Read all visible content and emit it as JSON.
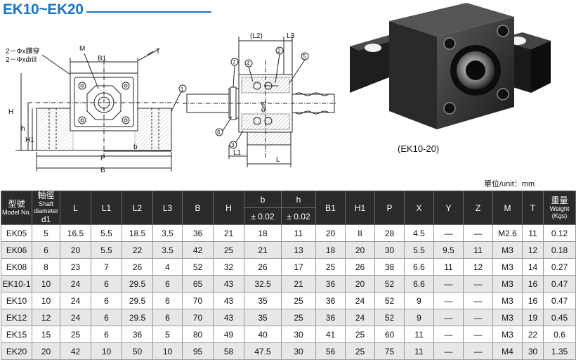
{
  "title": "EK10~EK20",
  "drawing": {
    "hole_note_1": "2－Φx鑽穿",
    "hole_note_2": "2－Φxdrill",
    "label_M": "M",
    "label_B1": "B1",
    "label_T": "T",
    "label_H": "H",
    "label_h": "h",
    "label_H1": "H1",
    "label_b": "b",
    "label_P": "P",
    "label_B": "B",
    "label_L2": "(L2)",
    "label_L3": "L3",
    "label_d1": "Φd1",
    "label_L1": "L1",
    "label_L": "L",
    "callouts": [
      "1",
      "2",
      "3",
      "4",
      "5",
      "6",
      "7"
    ]
  },
  "photo": {
    "caption": "(EK10-20)"
  },
  "unit": "單位/unit：mm",
  "table": {
    "headers": {
      "model_cn": "型號",
      "model_en": "Model No.",
      "d1_cn": "軸徑",
      "d1_en": "Shaft diameter",
      "d1_sym": "d1",
      "L": "L",
      "L1": "L1",
      "L2": "L2",
      "L3": "L3",
      "B": "B",
      "H": "H",
      "b": "b",
      "b_tol": "± 0.02",
      "h": "h",
      "h_tol": "± 0.02",
      "B1": "B1",
      "H1": "H1",
      "P": "P",
      "X": "X",
      "Y": "Y",
      "Z": "Z",
      "M": "M",
      "T": "T",
      "weight_cn": "重量",
      "weight_en": "Weight (Kgs)"
    },
    "rows": [
      [
        "EK05",
        "5",
        "16.5",
        "5.5",
        "18.5",
        "3.5",
        "36",
        "21",
        "18",
        "11",
        "20",
        "8",
        "28",
        "4.5",
        "—",
        "—",
        "M2.6",
        "11",
        "0.12"
      ],
      [
        "EK06",
        "6",
        "20",
        "5.5",
        "22",
        "3.5",
        "42",
        "25",
        "21",
        "13",
        "18",
        "20",
        "30",
        "5.5",
        "9.5",
        "11",
        "M3",
        "12",
        "0.18"
      ],
      [
        "EK08",
        "8",
        "23",
        "7",
        "26",
        "4",
        "52",
        "32",
        "26",
        "17",
        "25",
        "26",
        "38",
        "6.6",
        "11",
        "12",
        "M3",
        "14",
        "0.27"
      ],
      [
        "EK10-1",
        "10",
        "24",
        "6",
        "29.5",
        "6",
        "65",
        "43",
        "32.5",
        "21",
        "36",
        "20",
        "52",
        "6.6",
        "—",
        "—",
        "M3",
        "16",
        "0.47"
      ],
      [
        "EK10",
        "10",
        "24",
        "6",
        "29.5",
        "6",
        "70",
        "43",
        "35",
        "25",
        "36",
        "24",
        "52",
        "9",
        "—",
        "—",
        "M3",
        "16",
        "0.47"
      ],
      [
        "EK12",
        "12",
        "24",
        "6",
        "29.5",
        "6",
        "70",
        "43",
        "35",
        "25",
        "36",
        "24",
        "52",
        "9",
        "—",
        "—",
        "M3",
        "19",
        "0.45"
      ],
      [
        "EK15",
        "15",
        "25",
        "6",
        "36",
        "5",
        "80",
        "49",
        "40",
        "30",
        "41",
        "25",
        "60",
        "11",
        "—",
        "—",
        "M3",
        "22",
        "0.6"
      ],
      [
        "EK20",
        "20",
        "42",
        "10",
        "50",
        "10",
        "95",
        "58",
        "47.5",
        "30",
        "56",
        "25",
        "75",
        "11",
        "—",
        "—",
        "M4",
        "30",
        "1.35"
      ]
    ]
  }
}
